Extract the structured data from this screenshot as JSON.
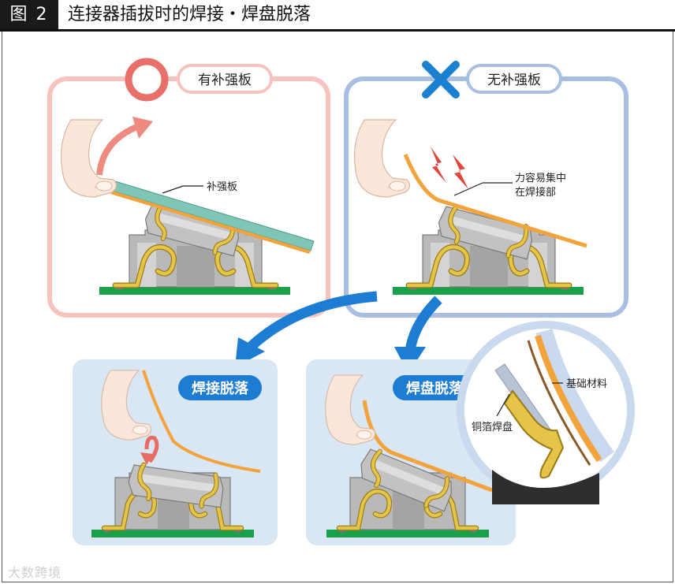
{
  "title": {
    "badge": "图 2",
    "text": "连接器插拔时的焊接・焊盘脱落"
  },
  "panels": {
    "with_stiffener": {
      "symbol": "○",
      "label": "有补强板",
      "callout": "补强板",
      "accent": "#e8706a"
    },
    "without_stiffener": {
      "symbol": "✕",
      "label": "无补强板",
      "callout": [
        "力容易集中",
        "在焊接部"
      ],
      "accent": "#1a80cf"
    },
    "solder_failure": {
      "label": "焊接脱落"
    },
    "pad_failure": {
      "label": "焊盘脱落",
      "callout_base": "基础材料",
      "callout_pad": "铜箔焊盘"
    }
  },
  "colors": {
    "pcb": "#1aa04a",
    "stiffener": "#7fc6b6",
    "fpc": "#f3a33c",
    "gold_pin": "#e4c449",
    "housing": "#b8b8b8",
    "arrow_blue": "#1d7dd2",
    "panel_bg_blue": "#d9e6f4"
  },
  "watermark": "大数跨境"
}
